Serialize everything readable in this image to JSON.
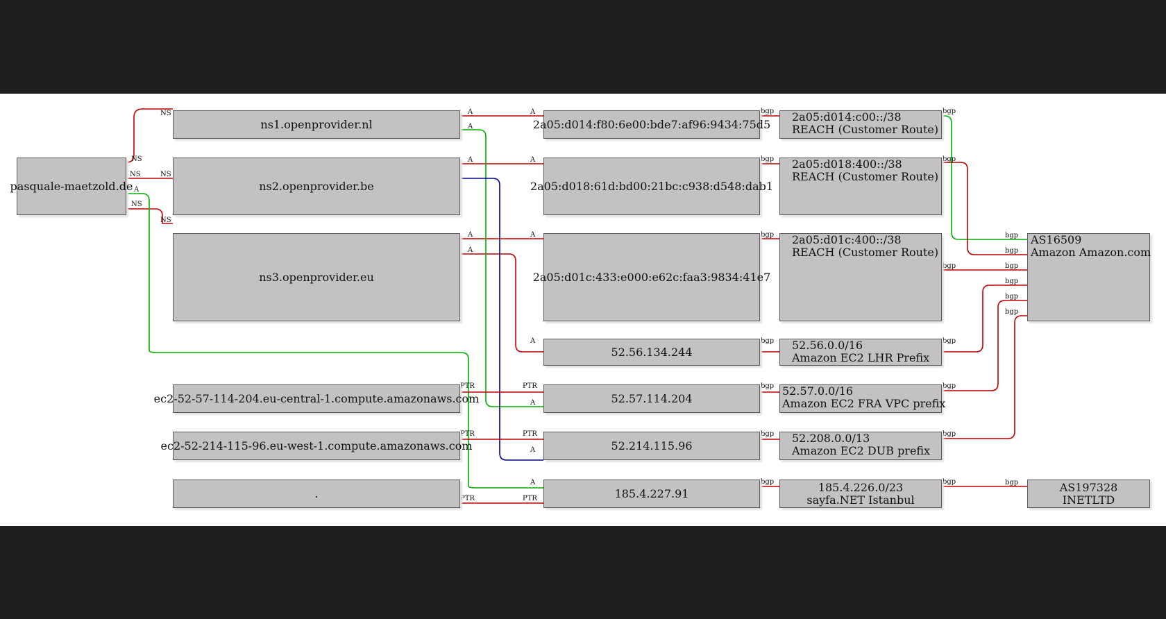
{
  "nodes": {
    "domain": "pasquale-maetzold.de",
    "ns1": "ns1.openprovider.nl",
    "ns2": "ns2.openprovider.be",
    "ns3": "ns3.openprovider.eu",
    "ptr1": "ec2-52-57-114-204.eu-central-1.compute.amazonaws.com",
    "ptr2": "ec2-52-214-115-96.eu-west-1.compute.amazonaws.com",
    "ptr3": ".",
    "ip6_1": "2a05:d014:f80:6e00:bde7:af96:9434:75d5",
    "ip6_2": "2a05:d018:61d:bd00:21bc:c938:d548:dab1",
    "ip6_3": "2a05:d01c:433:e000:e62c:faa3:9834:41e7",
    "ip4_1": "52.56.134.244",
    "ip4_2": "52.57.114.204",
    "ip4_3": "52.214.115.96",
    "ip4_4": "185.4.227.91",
    "pfx6_1": [
      "2a05:d014:c00::/38",
      "REACH (Customer Route)"
    ],
    "pfx6_2": [
      "2a05:d018:400::/38",
      "REACH (Customer Route)"
    ],
    "pfx6_3": [
      "2a05:d01c:400::/38",
      "REACH (Customer Route)"
    ],
    "pfx4_1": [
      "52.56.0.0/16",
      "Amazon EC2 LHR Prefix"
    ],
    "pfx4_2": [
      "52.57.0.0/16",
      "Amazon EC2 FRA VPC prefix"
    ],
    "pfx4_3": [
      "52.208.0.0/13",
      "Amazon EC2 DUB prefix"
    ],
    "pfx4_4": [
      "185.4.226.0/23",
      "sayfa.NET Istanbul"
    ],
    "as1": [
      "AS16509",
      "Amazon Amazon.com"
    ],
    "as2": [
      "AS197328",
      "INETLTD"
    ]
  },
  "edge_labels": {
    "ns": "NS",
    "a": "A",
    "ptr": "PTR",
    "bgp": "bgp"
  },
  "colors": {
    "red": "#c00000",
    "green": "#00b000",
    "blue": "#000090",
    "node_fill": "#c4c1c4",
    "background": "#1f1f1f"
  }
}
